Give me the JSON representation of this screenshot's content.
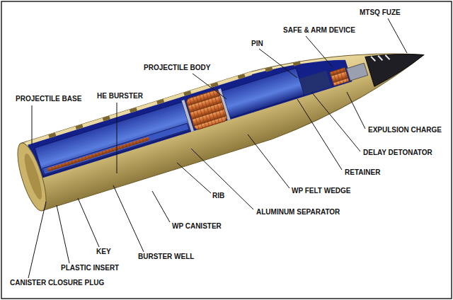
{
  "diagram": {
    "labels": [
      "MTSQ FUZE",
      "SAFE & ARM DEVICE",
      "PIN",
      "PROJECTILE BODY",
      "HE BURSTER",
      "PROJECTILE BASE",
      "EXPULSION CHARGE",
      "DELAY DETONATOR",
      "RETAINER",
      "WP FELT WEDGE",
      "RIB",
      "ALUMINUM SEPARATOR",
      "WP CANISTER",
      "KEY",
      "BURSTER WELL",
      "PLASTIC INSERT",
      "CANISTER CLOSURE PLUG"
    ]
  }
}
